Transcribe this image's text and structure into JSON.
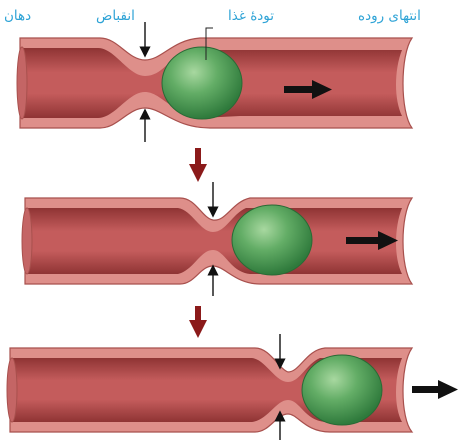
{
  "labels": {
    "mouth": "دهان",
    "contraction": "انقباض",
    "food_bolus": "تودهٔ غذا",
    "intestine_end": "انتهای روده"
  },
  "colors": {
    "label_text": "#2ea3d6",
    "tube_wall": "#de8f8a",
    "tube_wall_edge": "#a8504d",
    "tube_lumen": "#b84c4c",
    "tube_lumen_light": "#d07070",
    "bolus": "#4c9a52",
    "bolus_highlight": "#a8d8a0",
    "step_arrow": "#8b1a1a",
    "motion_arrow": "#111111"
  },
  "icons": {
    "pinch_arrows": "thin-black-arrow-icon",
    "motion_arrow": "black-right-arrow-icon",
    "step_arrow": "red-down-arrow-icon"
  }
}
